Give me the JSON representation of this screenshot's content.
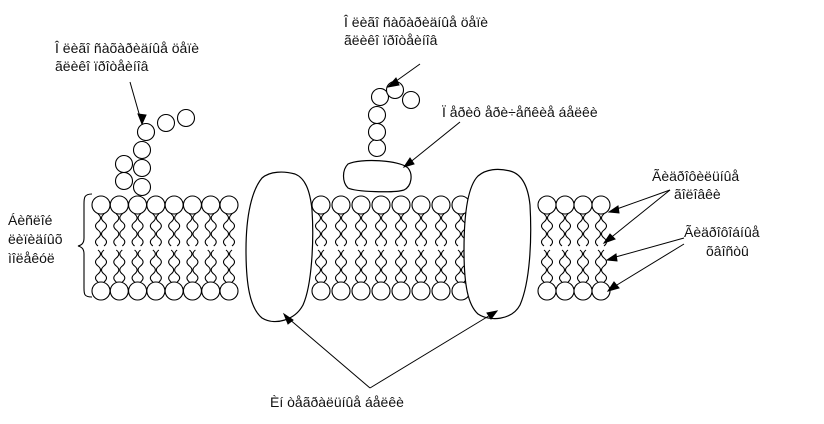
{
  "labels": {
    "glycolipid": [
      "Î ëèãî ñàõàðèäíûå  öåïè",
      "ãëèêî ïðîòåèíîâ"
    ],
    "glycoprotein": [
      "Î ëèãî ñàõàðèäíûå  öåïè",
      "ãëèêî ïðîòåèíîâ"
    ],
    "peripheral_protein": "Ï åðèô åðè÷åñêèå  áåëêè",
    "bilayer": [
      "Áèñëîé",
      "ëèïèäíûõ",
      "ìîëåêóë"
    ],
    "polar_heads": [
      "Ãèäðîôèëüíûå",
      "ãîëîâêè"
    ],
    "hydrophobic_tails": [
      "Ãèäðîôîáíûå",
      "õâîñòû"
    ],
    "integral_proteins": "Èí òåãðàëüíûå  áåëêè"
  },
  "colors": {
    "stroke": "#000000",
    "fill": "#ffffff",
    "text": "#111111"
  }
}
